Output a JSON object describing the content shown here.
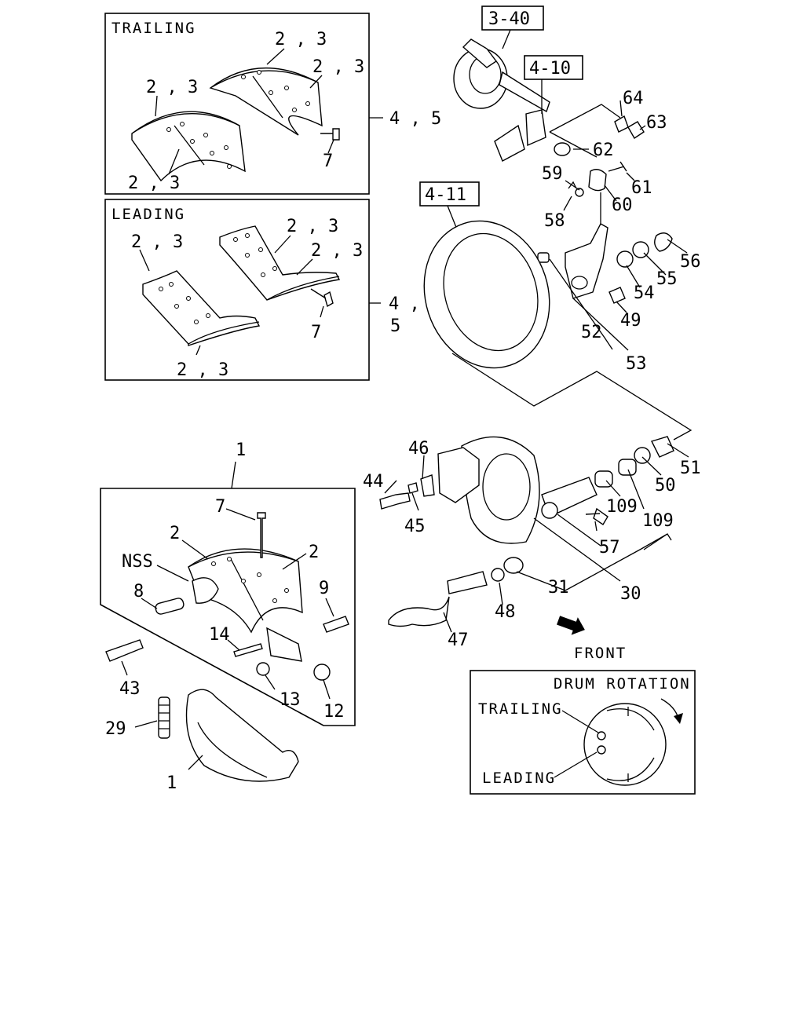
{
  "references": {
    "ref_3_40": "3-40",
    "ref_4_10": "4-10",
    "ref_4_11": "4-11"
  },
  "boxes": {
    "trailing_title": "TRAILING",
    "leading_title": "LEADING",
    "drum_rotation_title": "DRUM ROTATION",
    "drum_trailing": "TRAILING",
    "drum_leading": "LEADING",
    "front": "FRONT",
    "nss": "NSS"
  },
  "callouts": {
    "t_23a": "2 , 3",
    "t_23b": "2 , 3",
    "t_23c": "2 , 3",
    "t_23d": "2 , 3",
    "t_7": "7",
    "t_45": "4 , 5",
    "l_23a": "2 , 3",
    "l_23b": "2 , 3",
    "l_23c": "2 , 3",
    "l_23d": "2 , 3",
    "l_7": "7",
    "l_4": "4 ,",
    "l_5": "5",
    "p1": "1",
    "p1b": "1",
    "p2a": "2",
    "p2b": "2",
    "p7": "7",
    "p8": "8",
    "p9": "9",
    "p12": "12",
    "p13": "13",
    "p14": "14",
    "p29": "29",
    "p30": "30",
    "p31": "31",
    "p43": "43",
    "p44": "44",
    "p45": "45",
    "p46": "46",
    "p47": "47",
    "p48": "48",
    "p49": "49",
    "p50": "50",
    "p51": "51",
    "p52": "52",
    "p53": "53",
    "p54": "54",
    "p55": "55",
    "p56": "56",
    "p57": "57",
    "p58": "58",
    "p59": "59",
    "p60": "60",
    "p61": "61",
    "p62": "62",
    "p63": "63",
    "p64": "64",
    "p109a": "109",
    "p109b": "109"
  }
}
